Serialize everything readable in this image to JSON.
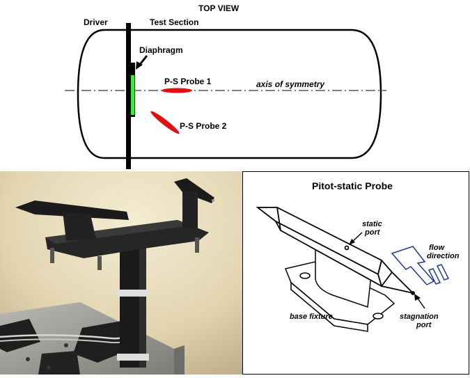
{
  "top_view": {
    "title": "TOP VIEW",
    "driver_label": "Driver",
    "test_section_label": "Test Section",
    "diaphragm_label": "Diaphragm",
    "probe1_label": "P-S Probe 1",
    "probe2_label": "P-S Probe 2",
    "axis_label": "axis of symmetry"
  },
  "probe_diagram": {
    "title": "Pitot-static Probe",
    "static_port_line1": "static",
    "static_port_line2": "port",
    "flow_line1": "flow",
    "flow_line2": "direction",
    "base_label": "base fixture",
    "stagnation_line1": "stagnation",
    "stagnation_line2": "port"
  },
  "colors": {
    "diaphragm": "#33ee33",
    "probe": "#dd1111",
    "flow_arrow": "#1f3a8a"
  }
}
